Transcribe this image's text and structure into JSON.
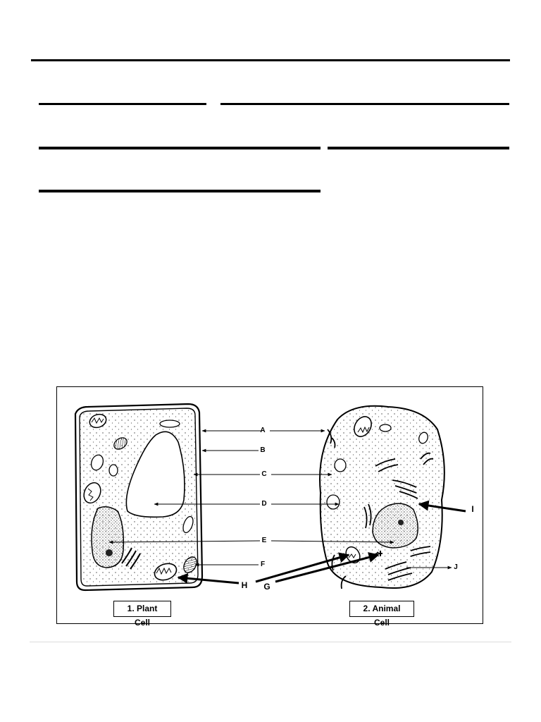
{
  "diagram": {
    "labels": {
      "A": "A",
      "B": "B",
      "C": "C",
      "D": "D",
      "E": "E",
      "F": "F",
      "G": "G",
      "H": "H",
      "I": "I",
      "J": "J"
    },
    "captions": {
      "plant": "1. Plant Cell",
      "animal": "2. Animal Cell"
    }
  }
}
